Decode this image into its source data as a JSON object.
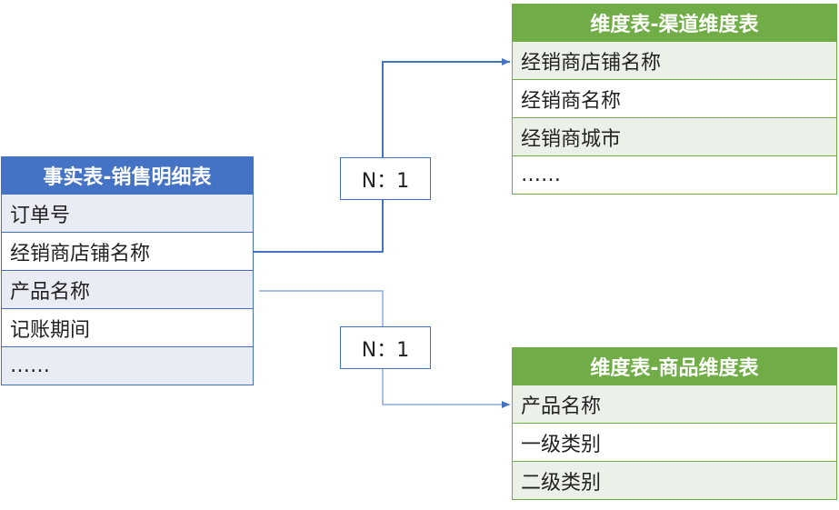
{
  "fact_table": {
    "title": "事实表-销售明细表",
    "rows": [
      "订单号",
      "经销商店铺名称",
      "产品名称",
      "记账期间",
      "……"
    ]
  },
  "channel_table": {
    "title": "维度表-渠道维度表",
    "rows": [
      "经销商店铺名称",
      "经销商名称",
      "经销商城市",
      "……"
    ]
  },
  "product_table": {
    "title": "维度表-商品维度表",
    "rows": [
      "产品名称",
      "一级类别",
      "二级类别"
    ]
  },
  "relations": {
    "channel": "N：1",
    "product": "N：1"
  },
  "colors": {
    "fact_header": "#4472c4",
    "dim_header": "#70ad47",
    "connector": "#4472c4"
  }
}
